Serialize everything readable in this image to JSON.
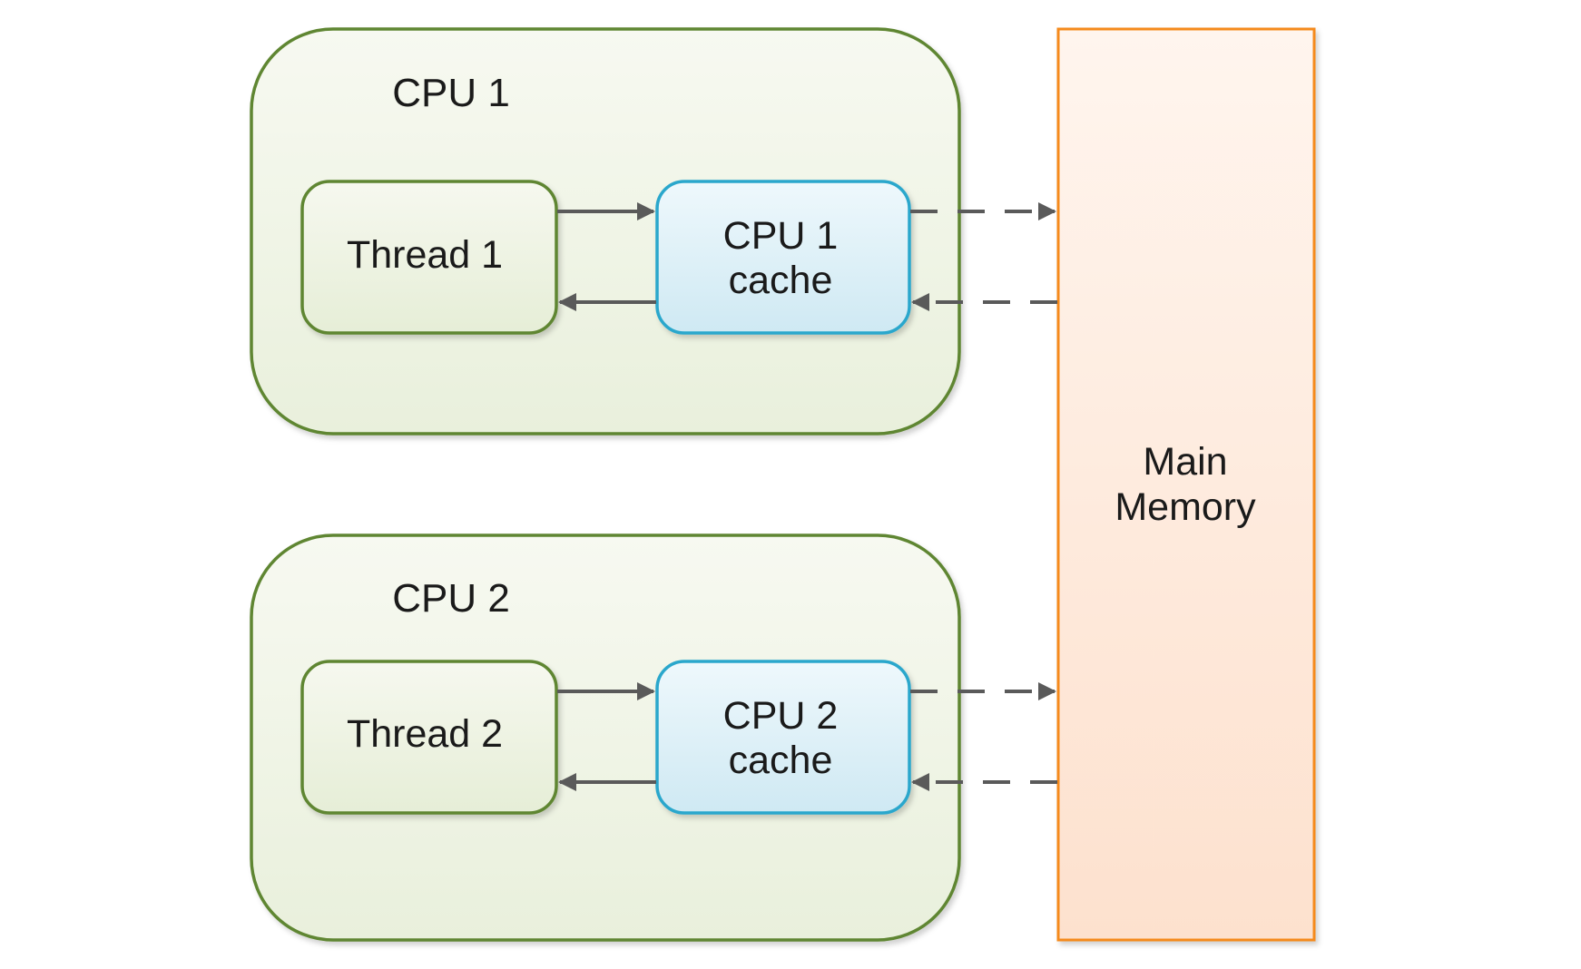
{
  "diagram": {
    "cpus": [
      {
        "label": "CPU 1",
        "thread": "Thread 1",
        "cache_line1": "CPU 1",
        "cache_line2": "cache"
      },
      {
        "label": "CPU 2",
        "thread": "Thread 2",
        "cache_line1": "CPU 2",
        "cache_line2": "cache"
      }
    ],
    "memory": {
      "line1": "Main",
      "line2": "Memory"
    },
    "colors": {
      "cpu_border": "#5f8631",
      "cpu_fill": "#eef3e3",
      "cache_border": "#2aa7cc",
      "cache_fill": "#d6edf5",
      "memory_border": "#f58a1f",
      "memory_fill": "#fde6d6",
      "arrow": "#5a5a5a"
    }
  }
}
